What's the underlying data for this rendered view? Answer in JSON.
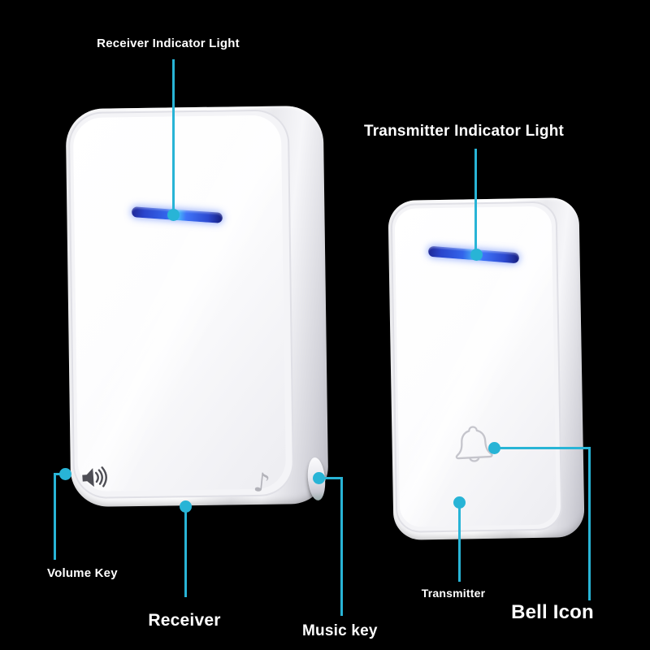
{
  "scene": {
    "background_color": "#000000",
    "accent_color": "#28b4d6",
    "led_color": "#3a6cf2",
    "device_color": "#ffffff"
  },
  "callouts": {
    "receiver_indicator": {
      "label": "Receiver Indicator Light"
    },
    "transmitter_indicator": {
      "label": "Transmitter Indicator Light"
    },
    "volume_key": {
      "label": "Volume Key"
    },
    "receiver": {
      "label": "Receiver"
    },
    "music_key": {
      "label": "Music key"
    },
    "transmitter": {
      "label": "Transmitter"
    },
    "bell_icon": {
      "label": "Bell Icon"
    }
  },
  "icons": {
    "speaker": "speaker-volume-icon",
    "music_note_glyph": "♪",
    "bell": "bell-outline-icon",
    "side_button": "music-key-side-button"
  }
}
